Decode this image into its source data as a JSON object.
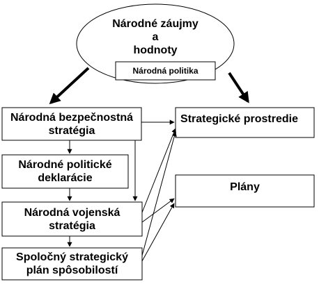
{
  "nodes": {
    "national_interests": "Národné záujmy\na\nhodnoty",
    "national_policy": "Národná politika",
    "national_security_strategy": "Národná bezpečnostná\nstratégia",
    "strategic_environment": "Strategické prostredie",
    "national_policy_declarations": "Národné politické\ndeklarácie",
    "plans": "Plány",
    "national_military_strategy": "Národná vojenská\nstratégia",
    "joint_capability_plan": "Spoločný strategický\nplán spôsobilostí"
  }
}
